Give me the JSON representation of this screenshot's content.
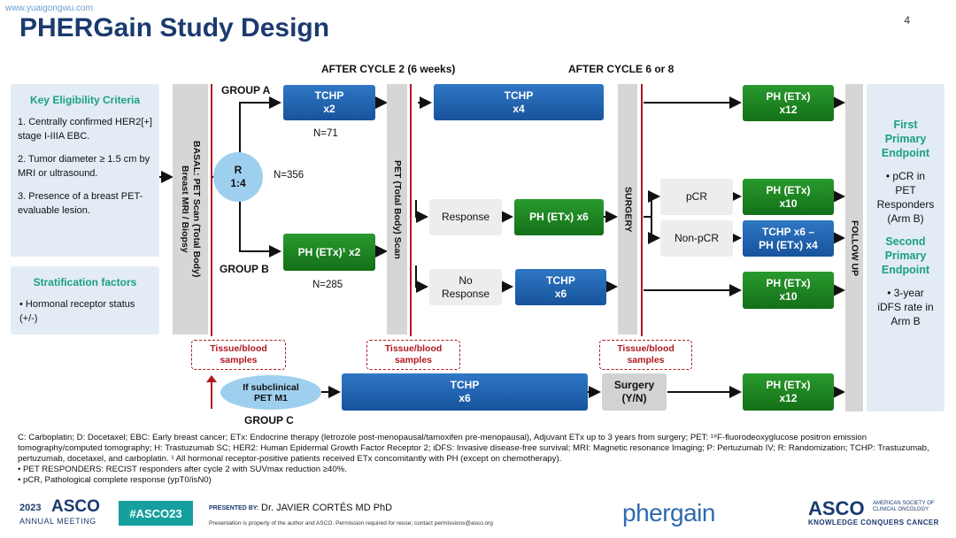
{
  "watermark": "www.yuaigongwu.com",
  "slide_number": "4",
  "title": "PHERGain Study Design",
  "headers": {
    "after_cycle_2": "AFTER CYCLE 2 (6 weeks)",
    "after_cycle_6": "AFTER CYCLE 6 or 8"
  },
  "eligibility": {
    "heading": "Key Eligibility Criteria",
    "items": [
      "1.  Centrally confirmed HER2[+] stage I-IIIA EBC.",
      "2.  Tumor diameter ≥ 1.5 cm by MRI or ultrasound.",
      "3.  Presence of a breast PET-evaluable lesion."
    ]
  },
  "stratification": {
    "heading": "Stratification factors",
    "item": "•  Hormonal receptor status (+/-)"
  },
  "basal_bar": "BASAL: PET Scan (Total Body)\nBreast MRI / Biopsy",
  "pet_bar": "PET (Total Body) Scan",
  "surgery_bar": "SURGERY",
  "followup_bar": "FOLLOW UP",
  "randomization": {
    "label": "R\n1:4",
    "n": "N=356"
  },
  "group_a": {
    "label": "GROUP A",
    "box": "TCHP\nx2",
    "n": "N=71",
    "box2": "TCHP\nx4",
    "after_surgery": "PH (ETx)\nx12"
  },
  "group_b": {
    "label": "GROUP B",
    "box": "PH (ETx)¹ x2",
    "n": "N=285",
    "response": "Response",
    "response_box": "PH (ETx) x6",
    "no_response": "No\nResponse",
    "no_response_box": "TCHP\nx6",
    "pcr": "pCR",
    "pcr_box": "PH (ETx)\nx10",
    "nonpcr": "Non-pCR",
    "nonpcr_box": "TCHP x6 –\nPH (ETx) x4",
    "no_response_after": "PH (ETx)\nx10"
  },
  "group_c": {
    "label": "GROUP C",
    "oval": "If subclinical\nPET M1",
    "box": "TCHP\nx6",
    "surgery": "Surgery\n(Y/N)",
    "after": "PH (ETx)\nx12"
  },
  "samples": [
    "Tissue/blood\nsamples",
    "Tissue/blood\nsamples",
    "Tissue/blood\nsamples"
  ],
  "endpoints": {
    "first_heading": "First\nPrimary\nEndpoint",
    "first_text": "• pCR in\nPET\nResponders\n(Arm B)",
    "second_heading": "Second\nPrimary\nEndpoint",
    "second_text": "• 3-year\niDFS rate in\nArm B"
  },
  "footnotes": [
    "C: Carboplatin; D: Docetaxel; EBC: Early breast cancer; ETx: Endocrine therapy (letrozole post-menopausal/tamoxifen pre-menopausal), Adjuvant ETx up to 3 years from surgery; PET: ¹⁸F-fluorodeoxyglucose positron emission tomography/computed tomography; H: Trastuzumab SC; HER2: Human Epidermal Growth Factor Receptor 2; iDFS: Invasive disease-free survival; MRI: Magnetic resonance Imaging; P: Pertuzumab IV; R: Randomization; TCHP: Trastuzumab, pertuzumab, docetaxel, and carboplatin. ¹ All hormonal receptor-positive patients received ETx concomitantly with PH (except on chemotherapy).",
    "•     PET RESPONDERS: RECIST responders after cycle 2 with SUVmax reduction ≥40%.",
    "•     pCR, Pathological complete response (ypT0/isN0)"
  ],
  "footer": {
    "year": "2023",
    "asco": "ASCO",
    "meeting": "ANNUAL MEETING",
    "hashtag": "#ASCO23",
    "presented_by": "PRESENTED BY:",
    "presenter": "Dr. JAVIER CORTÉS MD PhD",
    "notice": "Presentation is property of the author and ASCO. Permission required for reuse; contact permissions@asco.org",
    "brand": "phergain",
    "asco_right": "ASCO",
    "asco_society": "AMERICAN SOCIETY OF\nCLINICAL ONCOLOGY",
    "asco_tagline": "KNOWLEDGE CONQUERS CANCER"
  },
  "colors": {
    "title": "#1b3b6f",
    "teal": "#1aa07e",
    "red": "#b01822",
    "blue": "#17539c",
    "green": "#137018"
  }
}
